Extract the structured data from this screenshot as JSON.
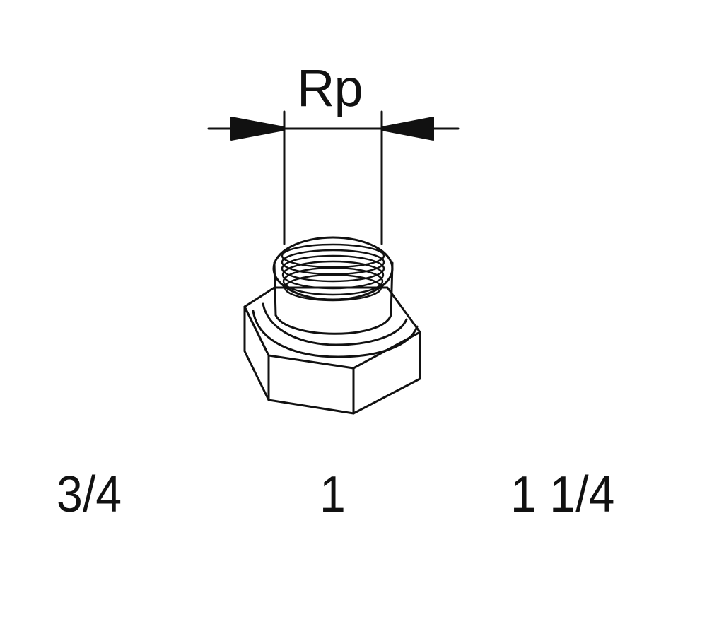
{
  "diagram": {
    "subject": "hex-threaded-pipe-fitting",
    "dimension": {
      "label": "Rp"
    },
    "sizes": [
      {
        "label": "3/4"
      },
      {
        "label": "1"
      },
      {
        "label": "1 1/4"
      }
    ],
    "colors": {
      "line": "#111111",
      "background": "#ffffff"
    }
  }
}
